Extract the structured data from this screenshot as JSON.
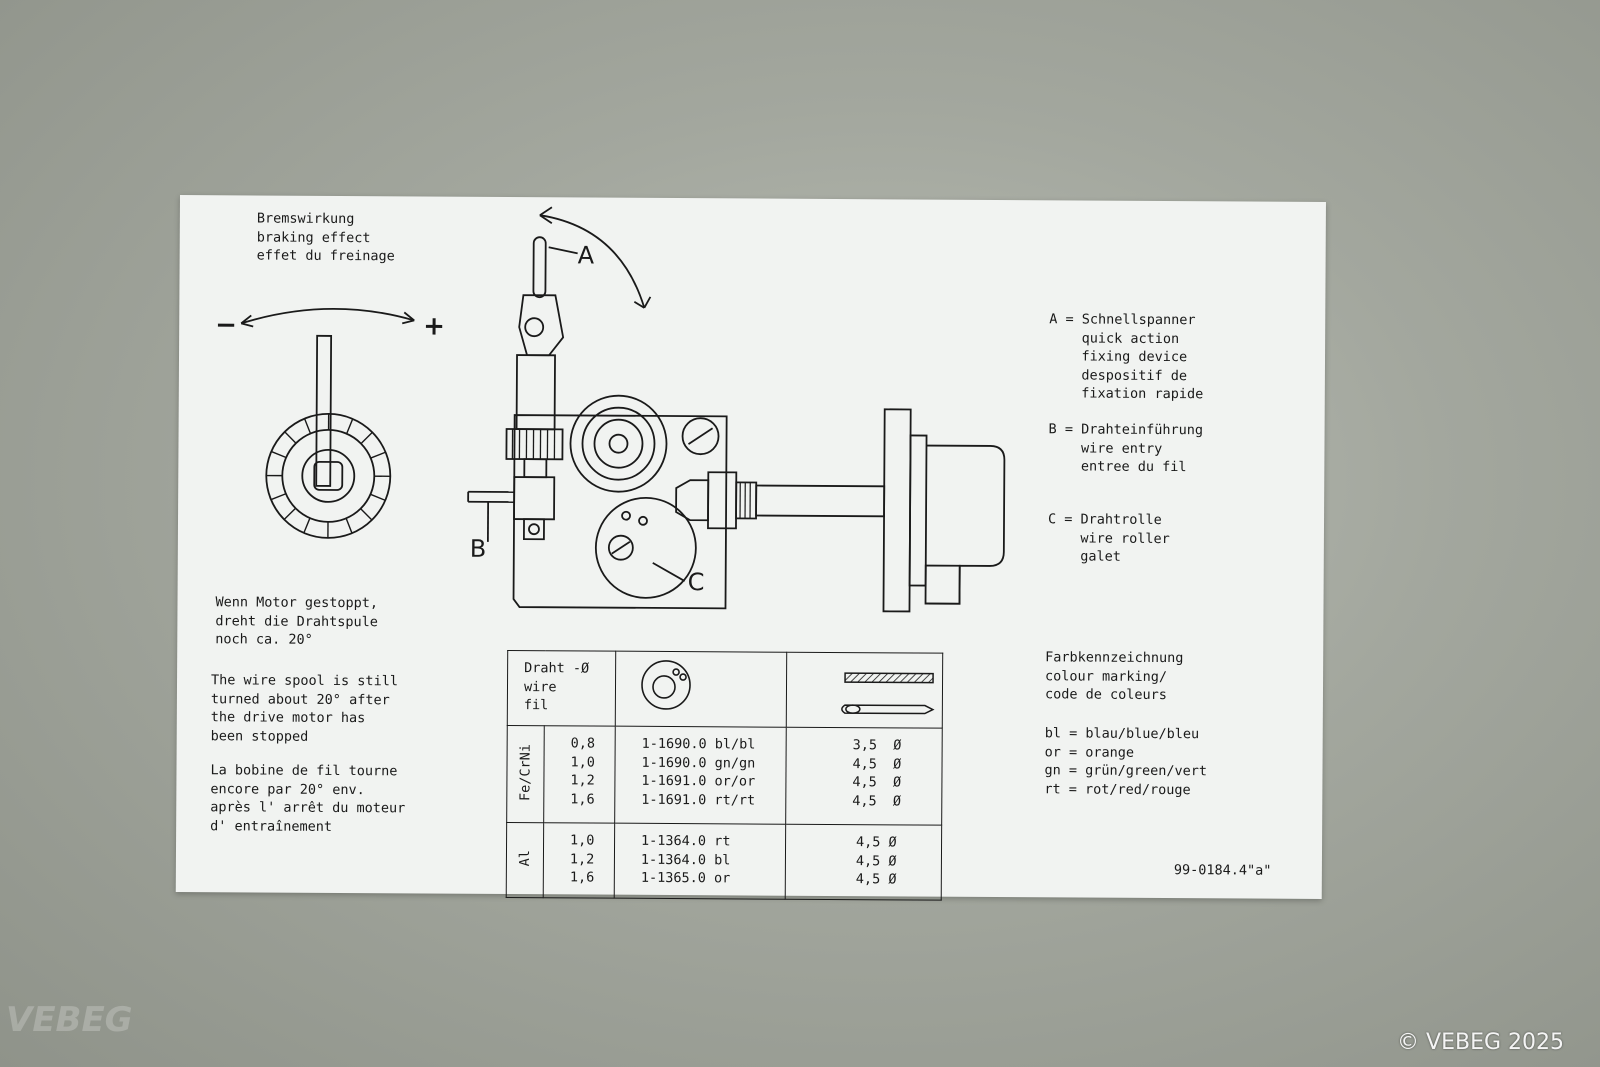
{
  "brake": {
    "lines": [
      "Bremswirkung",
      "braking effect",
      "effet du freinage"
    ],
    "minus": "−",
    "plus": "+"
  },
  "labels": {
    "a": "A",
    "b": "B",
    "c": "C"
  },
  "legend_parts": {
    "a": [
      "A = Schnellspanner",
      "    quick action",
      "    fixing device",
      "    despositif de",
      "    fixation rapide"
    ],
    "b": [
      "B = Drahteinführung",
      "    wire entry",
      "    entree du fil"
    ],
    "c": [
      "C = Drahtrolle",
      "    wire roller",
      "    galet"
    ]
  },
  "motor_note": {
    "de": [
      "Wenn Motor gestoppt,",
      "dreht die Drahtspule",
      "noch ca. 20°"
    ],
    "en": [
      "The wire spool is still",
      "turned about 20° after",
      "the drive motor has",
      "been stopped"
    ],
    "fr": [
      "La bobine de fil tourne",
      "encore par 20° env.",
      "après l' arrêt du moteur",
      "d' entraînement"
    ]
  },
  "table": {
    "header": [
      "Draht -Ø",
      "wire",
      "fil"
    ],
    "groups": [
      {
        "material": "Fe/CrNi",
        "diameters": [
          "0,8",
          "1,0",
          "1,2",
          "1,6"
        ],
        "parts": [
          "1-1690.0 bl/bl",
          "1-1690.0 gn/gn",
          "1-1691.0 or/or",
          "1-1691.0 rt/rt"
        ],
        "sizes": [
          "3,5  Ø",
          "4,5  Ø",
          "4,5  Ø",
          "4,5  Ø"
        ]
      },
      {
        "material": "Al",
        "diameters": [
          "1,0",
          "1,2",
          "1,6"
        ],
        "parts": [
          "1-1364.0 rt",
          "1-1364.0 bl",
          "1-1365.0 or"
        ],
        "sizes": [
          "4,5 Ø",
          "4,5 Ø",
          "4,5 Ø"
        ]
      }
    ]
  },
  "colour_key": {
    "title": [
      "Farbkennzeichnung",
      "colour marking/",
      "code de coleurs"
    ],
    "entries": [
      "bl = blau/blue/bleu",
      "or = orange",
      "gn = grün/green/vert",
      "rt = rot/red/rouge"
    ]
  },
  "part_number": "99-0184.4\"a\"",
  "watermark": "VEBEG",
  "copyright": "© VEBEG 2025"
}
